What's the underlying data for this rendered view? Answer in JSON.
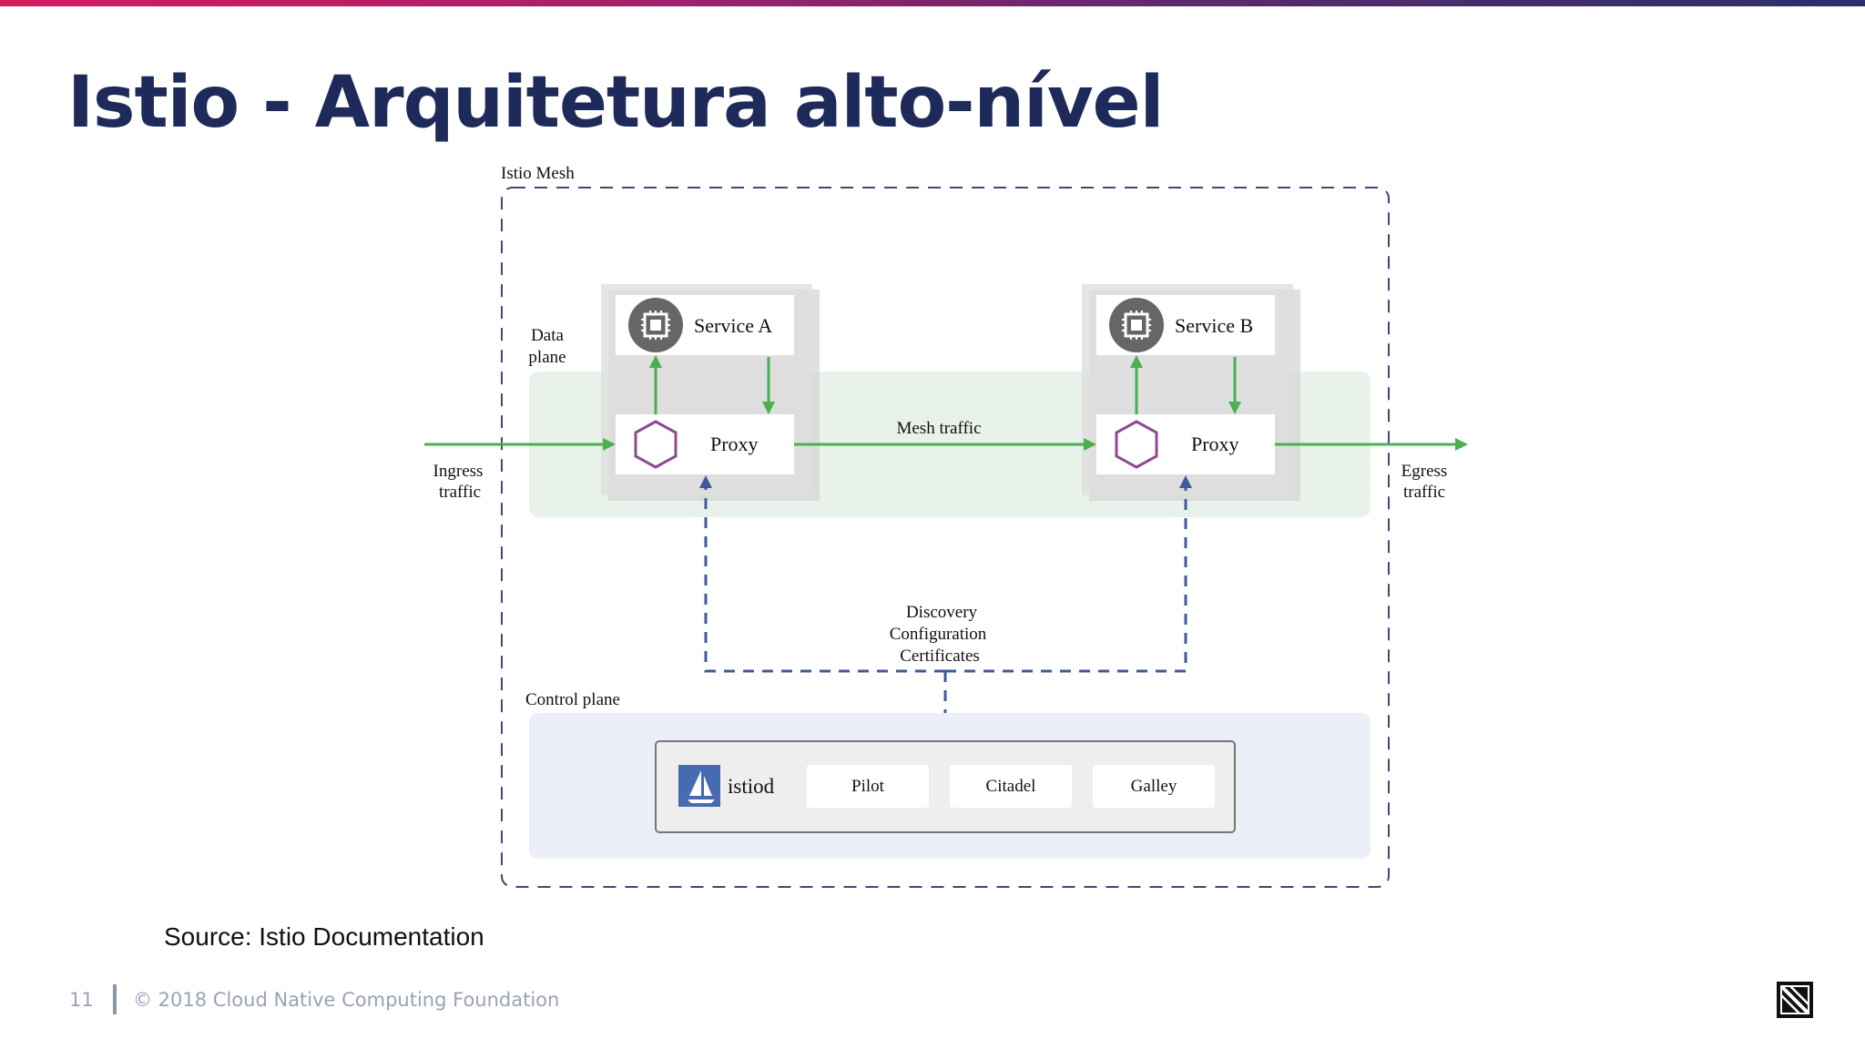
{
  "slide": {
    "title": "Istio - Arquitetura alto-nível",
    "source": "Source: Istio Documentation",
    "page_number": "11",
    "copyright": "© 2018 Cloud Native Computing Foundation"
  },
  "diagram": {
    "mesh_label": "Istio Mesh",
    "data_plane_label_line1": "Data",
    "data_plane_label_line2": "plane",
    "control_plane_label": "Control plane",
    "service_a": "Service A",
    "service_b": "Service B",
    "proxy_a": "Proxy",
    "proxy_b": "Proxy",
    "mesh_traffic": "Mesh traffic",
    "ingress_line1": "Ingress",
    "ingress_line2": "traffic",
    "egress_line1": "Egress",
    "egress_line2": "traffic",
    "discovery": "Discovery",
    "configuration": "Configuration",
    "certificates": "Certificates",
    "istiod": "istiod",
    "components": [
      "Pilot",
      "Citadel",
      "Galley"
    ],
    "colors": {
      "traffic_arrow": "#4caf50",
      "control_arrow": "#3f5a9c",
      "proxy_hexagon": "#8e4a8f",
      "data_plane_bg": "#e8f2ea",
      "control_plane_bg": "#eceff8",
      "istiod_logo": "#466bb0"
    }
  }
}
